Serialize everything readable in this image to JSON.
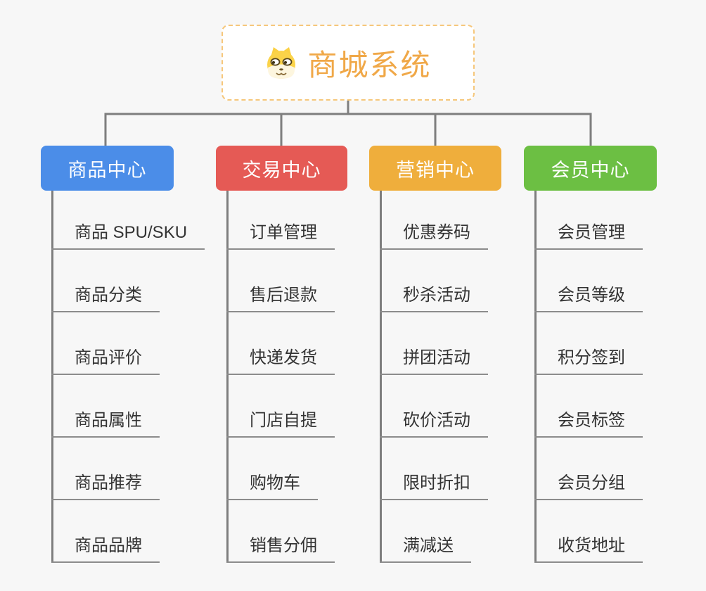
{
  "theme": {
    "bg": "#f7f7f7",
    "line": "#7e7e7e",
    "underline": "#8c8c8c",
    "text": "#333333",
    "root-text": "#f0a848",
    "root-border": "#f6c77b",
    "root-bg": "#ffffff"
  },
  "root": {
    "label": "商城系统",
    "icon": "dog-face-icon"
  },
  "branches": [
    {
      "label": "商品中心",
      "color": "#4b8de8",
      "children": [
        "商品 SPU/SKU",
        "商品分类",
        "商品评价",
        "商品属性",
        "商品推荐",
        "商品品牌"
      ]
    },
    {
      "label": "交易中心",
      "color": "#e55a55",
      "children": [
        "订单管理",
        "售后退款",
        "快递发货",
        "门店自提",
        "购物车",
        "销售分佣"
      ]
    },
    {
      "label": "营销中心",
      "color": "#efae3c",
      "children": [
        "优惠券码",
        "秒杀活动",
        "拼团活动",
        "砍价活动",
        "限时折扣",
        "满减送"
      ]
    },
    {
      "label": "会员中心",
      "color": "#6cbf43",
      "children": [
        "会员管理",
        "会员等级",
        "积分签到",
        "会员标签",
        "会员分组",
        "收货地址"
      ]
    }
  ]
}
